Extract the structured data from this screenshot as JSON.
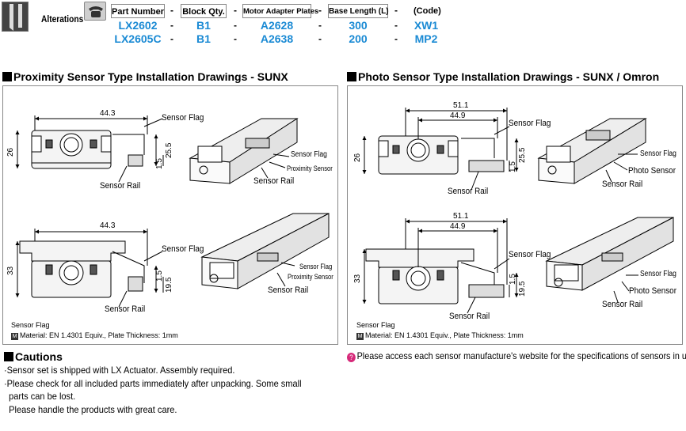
{
  "alterations": {
    "label": "Alterations",
    "headers": [
      "Part Number",
      "Block Qty.",
      "Motor Adapter Plates",
      "Base Length (L)",
      "(Code)"
    ],
    "separator": "-",
    "rows": [
      {
        "part": "LX2602",
        "block": "B1",
        "motor": "A2628",
        "length": "300",
        "code": "XW1"
      },
      {
        "part": "LX2605C",
        "block": "B1",
        "motor": "A2638",
        "length": "200",
        "code": "MP2"
      }
    ]
  },
  "left_section": {
    "title": "Proximity Sensor Type Installation Drawings - SUNX",
    "top": {
      "dim_width": "44.3",
      "dim_height": "26",
      "dim_a": "25.5",
      "dim_b": "1.5",
      "sensor_flag": "Sensor Flag",
      "sensor_rail": "Sensor Rail",
      "iso_sensor_flag": "Sensor Flag",
      "iso_sensor": "Proximity Sensor",
      "iso_sensor_rail": "Sensor Rail"
    },
    "bottom": {
      "dim_width": "44.3",
      "dim_height": "33",
      "dim_a": "19.5",
      "dim_b": "1.5",
      "sensor_flag": "Sensor Flag",
      "sensor_rail": "Sensor Rail",
      "iso_sensor_flag": "Sensor Flag",
      "iso_sensor": "Proximity Sensor",
      "iso_sensor_rail": "Sensor Rail"
    },
    "material_title": "Sensor Flag",
    "material_badge": "M",
    "material": "Material: EN 1.4301 Equiv., Plate Thickness: 1mm"
  },
  "right_section": {
    "title": "Photo Sensor Type Installation Drawings - SUNX / Omron",
    "top": {
      "dim_outer": "51.1",
      "dim_inner": "44.9",
      "dim_height": "26",
      "dim_a": "25.5",
      "dim_b": "1.5",
      "sensor_flag": "Sensor Flag",
      "sensor_rail": "Sensor Rail",
      "iso_sensor_flag": "Sensor Flag",
      "iso_sensor": "Photo Sensor",
      "iso_sensor_rail": "Sensor Rail"
    },
    "bottom": {
      "dim_outer": "51.1",
      "dim_inner": "44.9",
      "dim_height": "33",
      "dim_a": "19.5",
      "dim_b": "1.5",
      "sensor_flag": "Sensor Flag",
      "sensor_rail": "Sensor Rail",
      "iso_sensor_flag": "Sensor Flag",
      "iso_sensor": "Photo Sensor",
      "iso_sensor_rail": "Sensor Rail"
    },
    "material_title": "Sensor Flag",
    "material_badge": "M",
    "material": "Material: EN 1.4301 Equiv., Plate Thickness: 1mm"
  },
  "cautions": {
    "title": "Cautions",
    "lines": [
      "·Sensor set is shipped with LX Actuator. Assembly required.",
      "·Please check for all included parts immediately after unpacking. Some small",
      "  parts can be lost.",
      "  Please handle the products with great care."
    ]
  },
  "note": {
    "icon": "?",
    "text": "Please access each sensor manufacture's website for the specifications of sensors in use."
  }
}
